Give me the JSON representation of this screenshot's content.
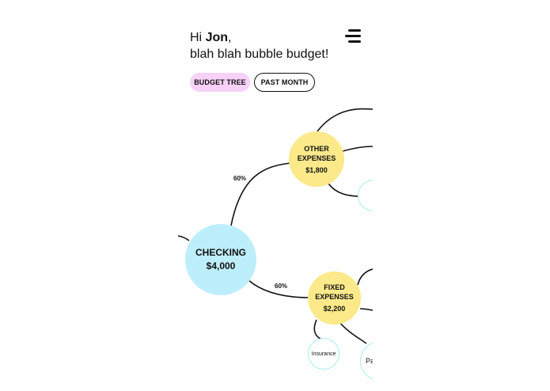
{
  "greeting": {
    "prefix": "Hi ",
    "name": "Jon",
    "suffix": ",",
    "subtitle": "blah blah bubble budget!"
  },
  "tabs": [
    {
      "label": "BUDGET TREE",
      "active": true,
      "color": "#f7d1f7"
    },
    {
      "label": "PAST MONTH",
      "active": false
    }
  ],
  "menu_icon": "hamburger-menu-icon",
  "tree": {
    "root": {
      "label": "CHECKING",
      "amount": "$4,000",
      "color": "#bdeefb"
    },
    "branches": [
      {
        "label_line1": "OTHER",
        "label_line2": "EXPENSES",
        "amount": "$1,800",
        "percent": "60%",
        "color": "#fbe98a"
      },
      {
        "label_line1": "FIXED",
        "label_line2": "EXPENSES",
        "amount": "$2,200",
        "percent": "60%",
        "color": "#fbe98a"
      }
    ],
    "leaves": [
      {
        "label": "Insurance"
      },
      {
        "label": "Pa"
      }
    ],
    "leaf_border_color": "#a7ecf2"
  }
}
